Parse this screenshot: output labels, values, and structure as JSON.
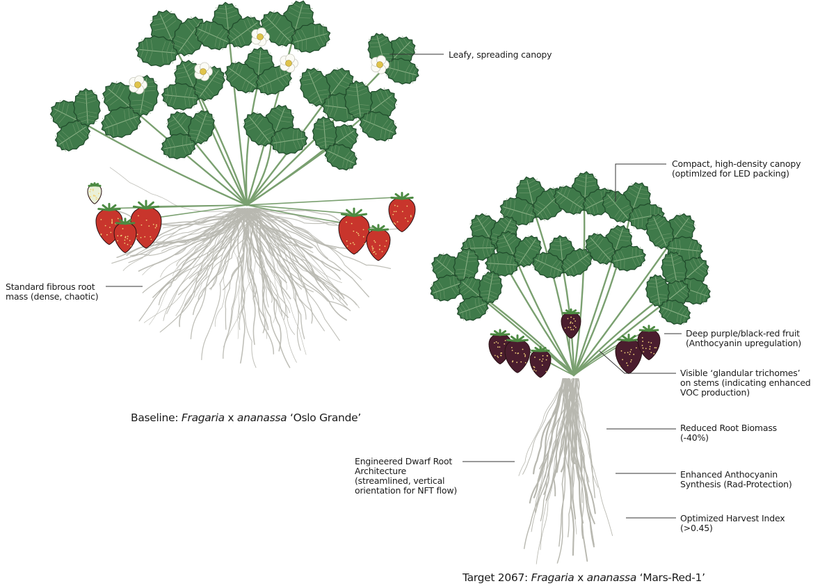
{
  "colors": {
    "leaf": "#3f7a4a",
    "leaf_dark": "#1f4a2a",
    "stem": "#7aa070",
    "berry_red": "#c8352c",
    "berry_purple": "#4a1d2e",
    "root": "#b8b8b0",
    "callout_line": "#333333"
  },
  "baseline": {
    "caption_prefix": "Baseline: ",
    "caption_species": "Fragaria",
    "caption_x": " x ",
    "caption_epithet": "ananassa",
    "caption_cultivar": " ‘Oslo Grande’",
    "labels": {
      "canopy": "Leafy, spreading canopy",
      "roots_line1": "Standard fibrous root",
      "roots_line2": "mass (dense, chaotic)"
    }
  },
  "target": {
    "caption_prefix": "Target 2067: ",
    "caption_species": "Fragaria",
    "caption_x": " x ",
    "caption_epithet": "ananassa",
    "caption_cultivar": " ‘Mars-Red-1’",
    "labels": {
      "canopy_line1": "Compact, high-density canopy",
      "canopy_line2": "(optimlzed for LED packing)",
      "fruit_line1": "Deep purple/black-red fruit",
      "fruit_line2": "(Anthocyanin upregulation)",
      "trichomes_line1": "Visible ‘glandular trichomes’",
      "trichomes_line2": "on stems (indicating enhanced",
      "trichomes_line3": "VOC production)",
      "biomass_line1": "Reduced Root Biomass",
      "biomass_line2": "(-40%)",
      "anthocyanin_line1": "Enhanced Anthocyanin",
      "anthocyanin_line2": "Synthesis (Rad-Protection)",
      "harvest_line1": "Optimized Harvest Index",
      "harvest_line2": "(>0.45)",
      "dwarf_line1": "Engineered Dwarf Root",
      "dwarf_line2": "Architecture",
      "dwarf_line3": "(streamlined, vertical",
      "dwarf_line4": "orientation for NFT flow)"
    }
  }
}
